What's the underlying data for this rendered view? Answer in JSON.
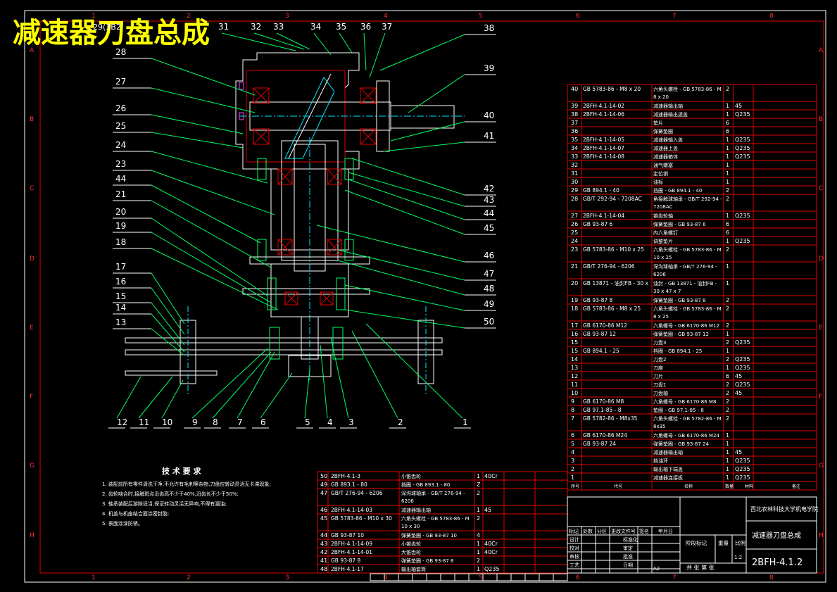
{
  "title": "减速器刀盘总成",
  "grid_cols": [
    "1",
    "2",
    "3",
    "4",
    "5",
    "6",
    "7",
    "8"
  ],
  "grid_rows": [
    "A",
    "B",
    "C",
    "D",
    "E",
    "F",
    "G",
    "H"
  ],
  "balloons_top": [
    "29",
    "30",
    "31",
    "32",
    "33",
    "34",
    "35",
    "36",
    "37"
  ],
  "balloons_top_partial": "29(3B2",
  "balloons_left": [
    "28",
    "27",
    "26",
    "25",
    "24",
    "23",
    "44",
    "21",
    "20",
    "19",
    "18",
    "17",
    "16",
    "15",
    "14",
    "13"
  ],
  "balloons_right": [
    "38",
    "39",
    "40",
    "41",
    "42",
    "43",
    "44",
    "45",
    "46",
    "47",
    "48",
    "49",
    "50"
  ],
  "balloons_bottom": [
    "12",
    "11",
    "10",
    "9",
    "8",
    "7",
    "6",
    "5",
    "4",
    "3",
    "2",
    "1"
  ],
  "tech_req": {
    "heading": "技 术 要 求",
    "items": [
      "1. 装配前所有零件清洗干净,不允许有毛刺等杂物,刀盘应转动灵活无卡滞现象;",
      "2. 齿轮啮合时,接触斑点沿齿高不少于40%,沿齿长不少于50%;",
      "3. 轴承装配后游隙适当,保证转动灵活无异响,不得有漏油;",
      "4. 机盖与机座结合面涂密封胶;",
      "5. 表面涂漆防锈。"
    ]
  },
  "bom_right": [
    {
      "no": "40",
      "code": "GB 5783-86 - M8 x 20",
      "name": "六角头螺栓 - GB 5783-86 - M8 x 20",
      "qty": "2",
      "mat": ""
    },
    {
      "no": "39",
      "code": "2BFH-4.1-14-02",
      "name": "减速器输出轴",
      "qty": "1",
      "mat": "45"
    },
    {
      "no": "38",
      "code": "2BFH-4.1-14-06",
      "name": "减速器输出透盖",
      "qty": "1",
      "mat": "Q235"
    },
    {
      "no": "37",
      "code": "",
      "name": "垫片",
      "qty": "6",
      "mat": ""
    },
    {
      "no": "36",
      "code": "",
      "name": "弹簧垫圈",
      "qty": "6",
      "mat": ""
    },
    {
      "no": "35",
      "code": "2BFH-4.1-14-05",
      "name": "减速器输入盖",
      "qty": "1",
      "mat": "Q235"
    },
    {
      "no": "34",
      "code": "2BFH-4.1-14-07",
      "name": "减速器上盖",
      "qty": "1",
      "mat": "Q235"
    },
    {
      "no": "33",
      "code": "2BFH-4.1-14-08",
      "name": "减速器箱体",
      "qty": "1",
      "mat": "Q235"
    },
    {
      "no": "32",
      "code": "",
      "name": "通气螺塞",
      "qty": "1",
      "mat": ""
    },
    {
      "no": "31",
      "code": "",
      "name": "定位销",
      "qty": "1",
      "mat": ""
    },
    {
      "no": "30",
      "code": "",
      "name": "油标",
      "qty": "1",
      "mat": ""
    },
    {
      "no": "29",
      "code": "GB 894.1 - 40",
      "name": "挡圈 - GB 894.1 - 40",
      "qty": "2",
      "mat": ""
    },
    {
      "no": "28",
      "code": "GB/T 292-94 - 7208AC",
      "name": "角接触球轴承 - GB/T 292-94 - 7208AC",
      "qty": "2",
      "mat": ""
    },
    {
      "no": "27",
      "code": "2BFH-4.1-14-04",
      "name": "锥齿轮轴",
      "qty": "1",
      "mat": "Q235"
    },
    {
      "no": "26",
      "code": "GB 93-87 6",
      "name": "弹簧垫圈 - GB 93-87 6",
      "qty": "6",
      "mat": ""
    },
    {
      "no": "25",
      "code": "",
      "name": "内六角螺钉",
      "qty": "6",
      "mat": ""
    },
    {
      "no": "24",
      "code": "",
      "name": "调整垫片",
      "qty": "1",
      "mat": "Q235"
    },
    {
      "no": "23",
      "code": "GB 5783-86 - M10 x 25",
      "name": "六角头螺栓 - GB 5783-86 - M10 x 25",
      "qty": "2",
      "mat": ""
    },
    {
      "no": "21",
      "code": "GB/T 276-94 - 6206",
      "name": "深沟球轴承 - GB/T 276-94 - 6206",
      "qty": "1",
      "mat": ""
    },
    {
      "no": "20",
      "code": "GB 13871 - 油封FB - 30 x 47 x 7",
      "name": "油封 - GB 13871 - 油封FB - 30 x 47 x 7",
      "qty": "1",
      "mat": ""
    },
    {
      "no": "19",
      "code": "GB 93-87 8",
      "name": "弹簧垫圈 - GB 93-87 8",
      "qty": "2",
      "mat": ""
    },
    {
      "no": "18",
      "code": "GB 5783-86 - M8 x 25",
      "name": "六角头螺栓 - GB 5783-86 - M8 x 25",
      "qty": "2",
      "mat": ""
    },
    {
      "no": "17",
      "code": "GB 6170-86 M12",
      "name": "六角螺母 - GB 6170-86 M12",
      "qty": "2",
      "mat": ""
    },
    {
      "no": "16",
      "code": "GB 93-87 12",
      "name": "弹簧垫圈 - GB 93-87 12",
      "qty": "1",
      "mat": ""
    },
    {
      "no": "15",
      "code": "",
      "name": "刀盘3",
      "qty": "2",
      "mat": "Q235"
    },
    {
      "no": "15",
      "code": "GB 894.1 - 25",
      "name": "挡圈 - GB 894.1 - 25",
      "qty": "1",
      "mat": ""
    },
    {
      "no": "14",
      "code": "",
      "name": "刀盘2",
      "qty": "2",
      "mat": "Q235"
    },
    {
      "no": "13",
      "code": "",
      "name": "刀座",
      "qty": "1",
      "mat": "Q235"
    },
    {
      "no": "12",
      "code": "",
      "name": "刀片",
      "qty": "6",
      "mat": "45"
    },
    {
      "no": "11",
      "code": "",
      "name": "刀盘1",
      "qty": "2",
      "mat": "Q235"
    },
    {
      "no": "10",
      "code": "",
      "name": "刀盘轴",
      "qty": "2",
      "mat": "45"
    },
    {
      "no": "9",
      "code": "GB 6170-86 M8",
      "name": "六角螺母 - GB 6170-86 M8",
      "qty": "2",
      "mat": ""
    },
    {
      "no": "8",
      "code": "GB 97.1-85 - 8",
      "name": "垫圈 - GB 97.1-85 - 8",
      "qty": "2",
      "mat": ""
    },
    {
      "no": "7",
      "code": "GB 5782-86 - M8x35",
      "name": "六角头螺栓 - GB 5782-86 - M8x35",
      "qty": "2",
      "mat": ""
    },
    {
      "no": "6",
      "code": "GB 6170-86 M24",
      "name": "六角螺母 - GB 6170-86 M24",
      "qty": "1",
      "mat": ""
    },
    {
      "no": "5",
      "code": "GB 93-87 24",
      "name": "弹簧垫圈 - GB 93-87 24",
      "qty": "1",
      "mat": ""
    },
    {
      "no": "4",
      "code": "",
      "name": "减速器输出轴",
      "qty": "1",
      "mat": "45"
    },
    {
      "no": "3",
      "code": "",
      "name": "挡油环",
      "qty": "1",
      "mat": "Q235"
    },
    {
      "no": "2",
      "code": "",
      "name": "输出轴下端盖",
      "qty": "1",
      "mat": "Q235"
    },
    {
      "no": "1",
      "code": "",
      "name": "减速器连接板",
      "qty": "1",
      "mat": "Q235"
    }
  ],
  "bom_right_header": [
    "序号",
    "代号",
    "名称",
    "数量",
    "材料",
    "备注"
  ],
  "bom_bottom": [
    {
      "no": "50",
      "code": "2BFH-4.1-3",
      "name": "小锥齿轮",
      "qty": "1",
      "mat": "40Cr"
    },
    {
      "no": "49",
      "code": "GB 893.1 - 80",
      "name": "挡圈 - GB 893.1 - 80",
      "qty": "Z",
      "mat": ""
    },
    {
      "no": "47",
      "code": "GB/T 276-94 - 6206",
      "name": "深沟球轴承 - GB/T 276-94 - 6206",
      "qty": "2",
      "mat": ""
    },
    {
      "no": "46",
      "code": "2BFH-4.1-14-03",
      "name": "减速器输出轴",
      "qty": "1",
      "mat": "45"
    },
    {
      "no": "45",
      "code": "GB 5783-86 - M10 x 30",
      "name": "六角头螺栓 - GB 5783-86 - M10 x 30",
      "qty": "2",
      "mat": ""
    },
    {
      "no": "44",
      "code": "GB 93-87 10",
      "name": "弹簧垫圈 - GB 93-87 10",
      "qty": "4",
      "mat": ""
    },
    {
      "no": "43",
      "code": "2BFH-4.1-14-09",
      "name": "小锥齿轮",
      "qty": "1",
      "mat": "40Cr"
    },
    {
      "no": "42",
      "code": "2BFH-4.1-14-01",
      "name": "大锥齿轮",
      "qty": "1",
      "mat": "40Cr"
    },
    {
      "no": "41",
      "code": "GB 93-87 8",
      "name": "弹簧垫圈 - GB 93-87 8",
      "qty": "2",
      "mat": ""
    },
    {
      "no": "48",
      "code": "2BFH-4.1-17",
      "name": "输出轴套筒",
      "qty": "1",
      "mat": "Q235"
    }
  ],
  "title_block": {
    "school": "西北农林科技大学机电学院",
    "drawing_name": "减速器刀盘总成",
    "drawing_no": "2BFH-4.1.2",
    "scale": "1:2",
    "size": "A2",
    "labels_row1": [
      "标记",
      "处数",
      "分区",
      "更改文件号",
      "签名",
      "年月日"
    ],
    "labels_left": [
      "设计",
      "校对",
      "审核",
      "工艺"
    ],
    "labels_mid": [
      "标准化",
      "审定",
      "批准",
      "日期"
    ],
    "stage_labels": [
      "阶段标记",
      "重量",
      "比例"
    ],
    "sheet_text": "共  张 第  张"
  }
}
